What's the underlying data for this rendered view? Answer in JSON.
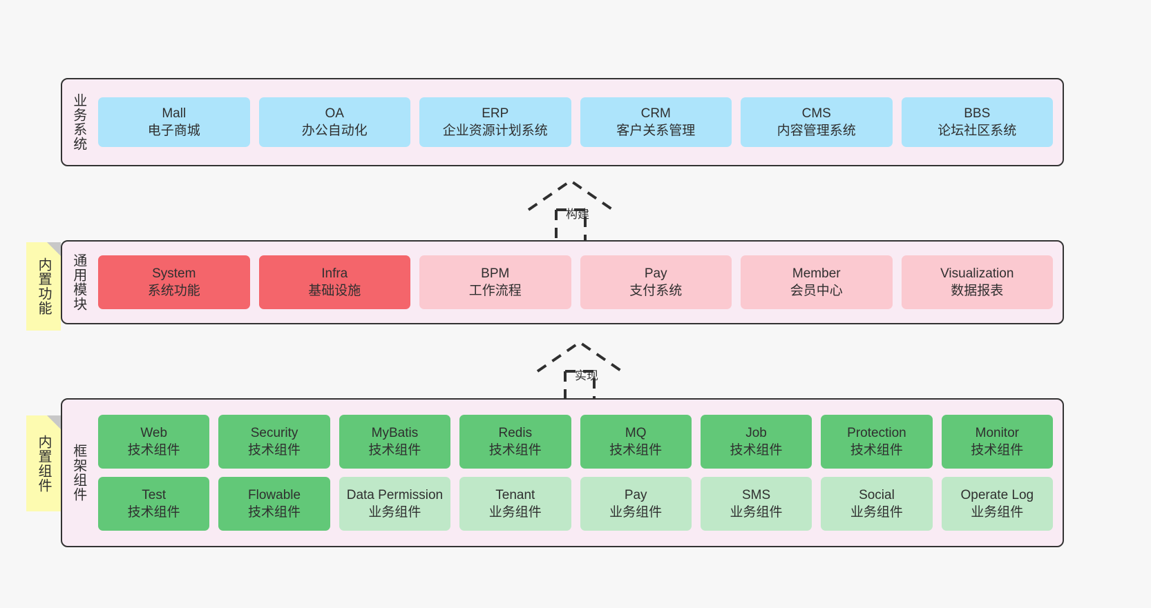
{
  "diagram": {
    "background": "#f7f7f7",
    "panel_bg": "#f9ebf4",
    "panel_border": "#333333",
    "note_bg": "#fdfbb0",
    "colors": {
      "blue": "#ade4fb",
      "red": "#f4656b",
      "pink": "#fbc9d0",
      "green": "#62c878",
      "light_green": "#bfe8c8"
    }
  },
  "layers": {
    "business": {
      "title": "业务系统",
      "cells": [
        {
          "en": "Mall",
          "cn": "电子商城",
          "color": "blue"
        },
        {
          "en": "OA",
          "cn": "办公自动化",
          "color": "blue"
        },
        {
          "en": "ERP",
          "cn": "企业资源计划系统",
          "color": "blue"
        },
        {
          "en": "CRM",
          "cn": "客户关系管理",
          "color": "blue"
        },
        {
          "en": "CMS",
          "cn": "内容管理系统",
          "color": "blue"
        },
        {
          "en": "BBS",
          "cn": "论坛社区系统",
          "color": "blue"
        }
      ]
    },
    "modules": {
      "title": "通用模块",
      "cells": [
        {
          "en": "System",
          "cn": "系统功能",
          "color": "red"
        },
        {
          "en": "Infra",
          "cn": "基础设施",
          "color": "red"
        },
        {
          "en": "BPM",
          "cn": "工作流程",
          "color": "pink"
        },
        {
          "en": "Pay",
          "cn": "支付系统",
          "color": "pink"
        },
        {
          "en": "Member",
          "cn": "会员中心",
          "color": "pink"
        },
        {
          "en": "Visualization",
          "cn": "数据报表",
          "color": "pink"
        }
      ]
    },
    "framework": {
      "title": "框架组件",
      "row1": [
        {
          "en": "Web",
          "cn": "技术组件",
          "color": "green"
        },
        {
          "en": "Security",
          "cn": "技术组件",
          "color": "green"
        },
        {
          "en": "MyBatis",
          "cn": "技术组件",
          "color": "green"
        },
        {
          "en": "Redis",
          "cn": "技术组件",
          "color": "green"
        },
        {
          "en": "MQ",
          "cn": "技术组件",
          "color": "green"
        },
        {
          "en": "Job",
          "cn": "技术组件",
          "color": "green"
        },
        {
          "en": "Protection",
          "cn": "技术组件",
          "color": "green"
        },
        {
          "en": "Monitor",
          "cn": "技术组件",
          "color": "green"
        }
      ],
      "row2": [
        {
          "en": "Test",
          "cn": "技术组件",
          "color": "green"
        },
        {
          "en": "Flowable",
          "cn": "技术组件",
          "color": "green"
        },
        {
          "en": "Data Permission",
          "cn": "业务组件",
          "color": "light_green"
        },
        {
          "en": "Tenant",
          "cn": "业务组件",
          "color": "light_green"
        },
        {
          "en": "Pay",
          "cn": "业务组件",
          "color": "light_green"
        },
        {
          "en": "SMS",
          "cn": "业务组件",
          "color": "light_green"
        },
        {
          "en": "Social",
          "cn": "业务组件",
          "color": "light_green"
        },
        {
          "en": "Operate Log",
          "cn": "业务组件",
          "color": "light_green"
        }
      ]
    }
  },
  "notes": {
    "builtin_function": "内置功能",
    "builtin_component": "内置组件"
  },
  "connectors": {
    "build": "构建",
    "implement": "实现"
  }
}
